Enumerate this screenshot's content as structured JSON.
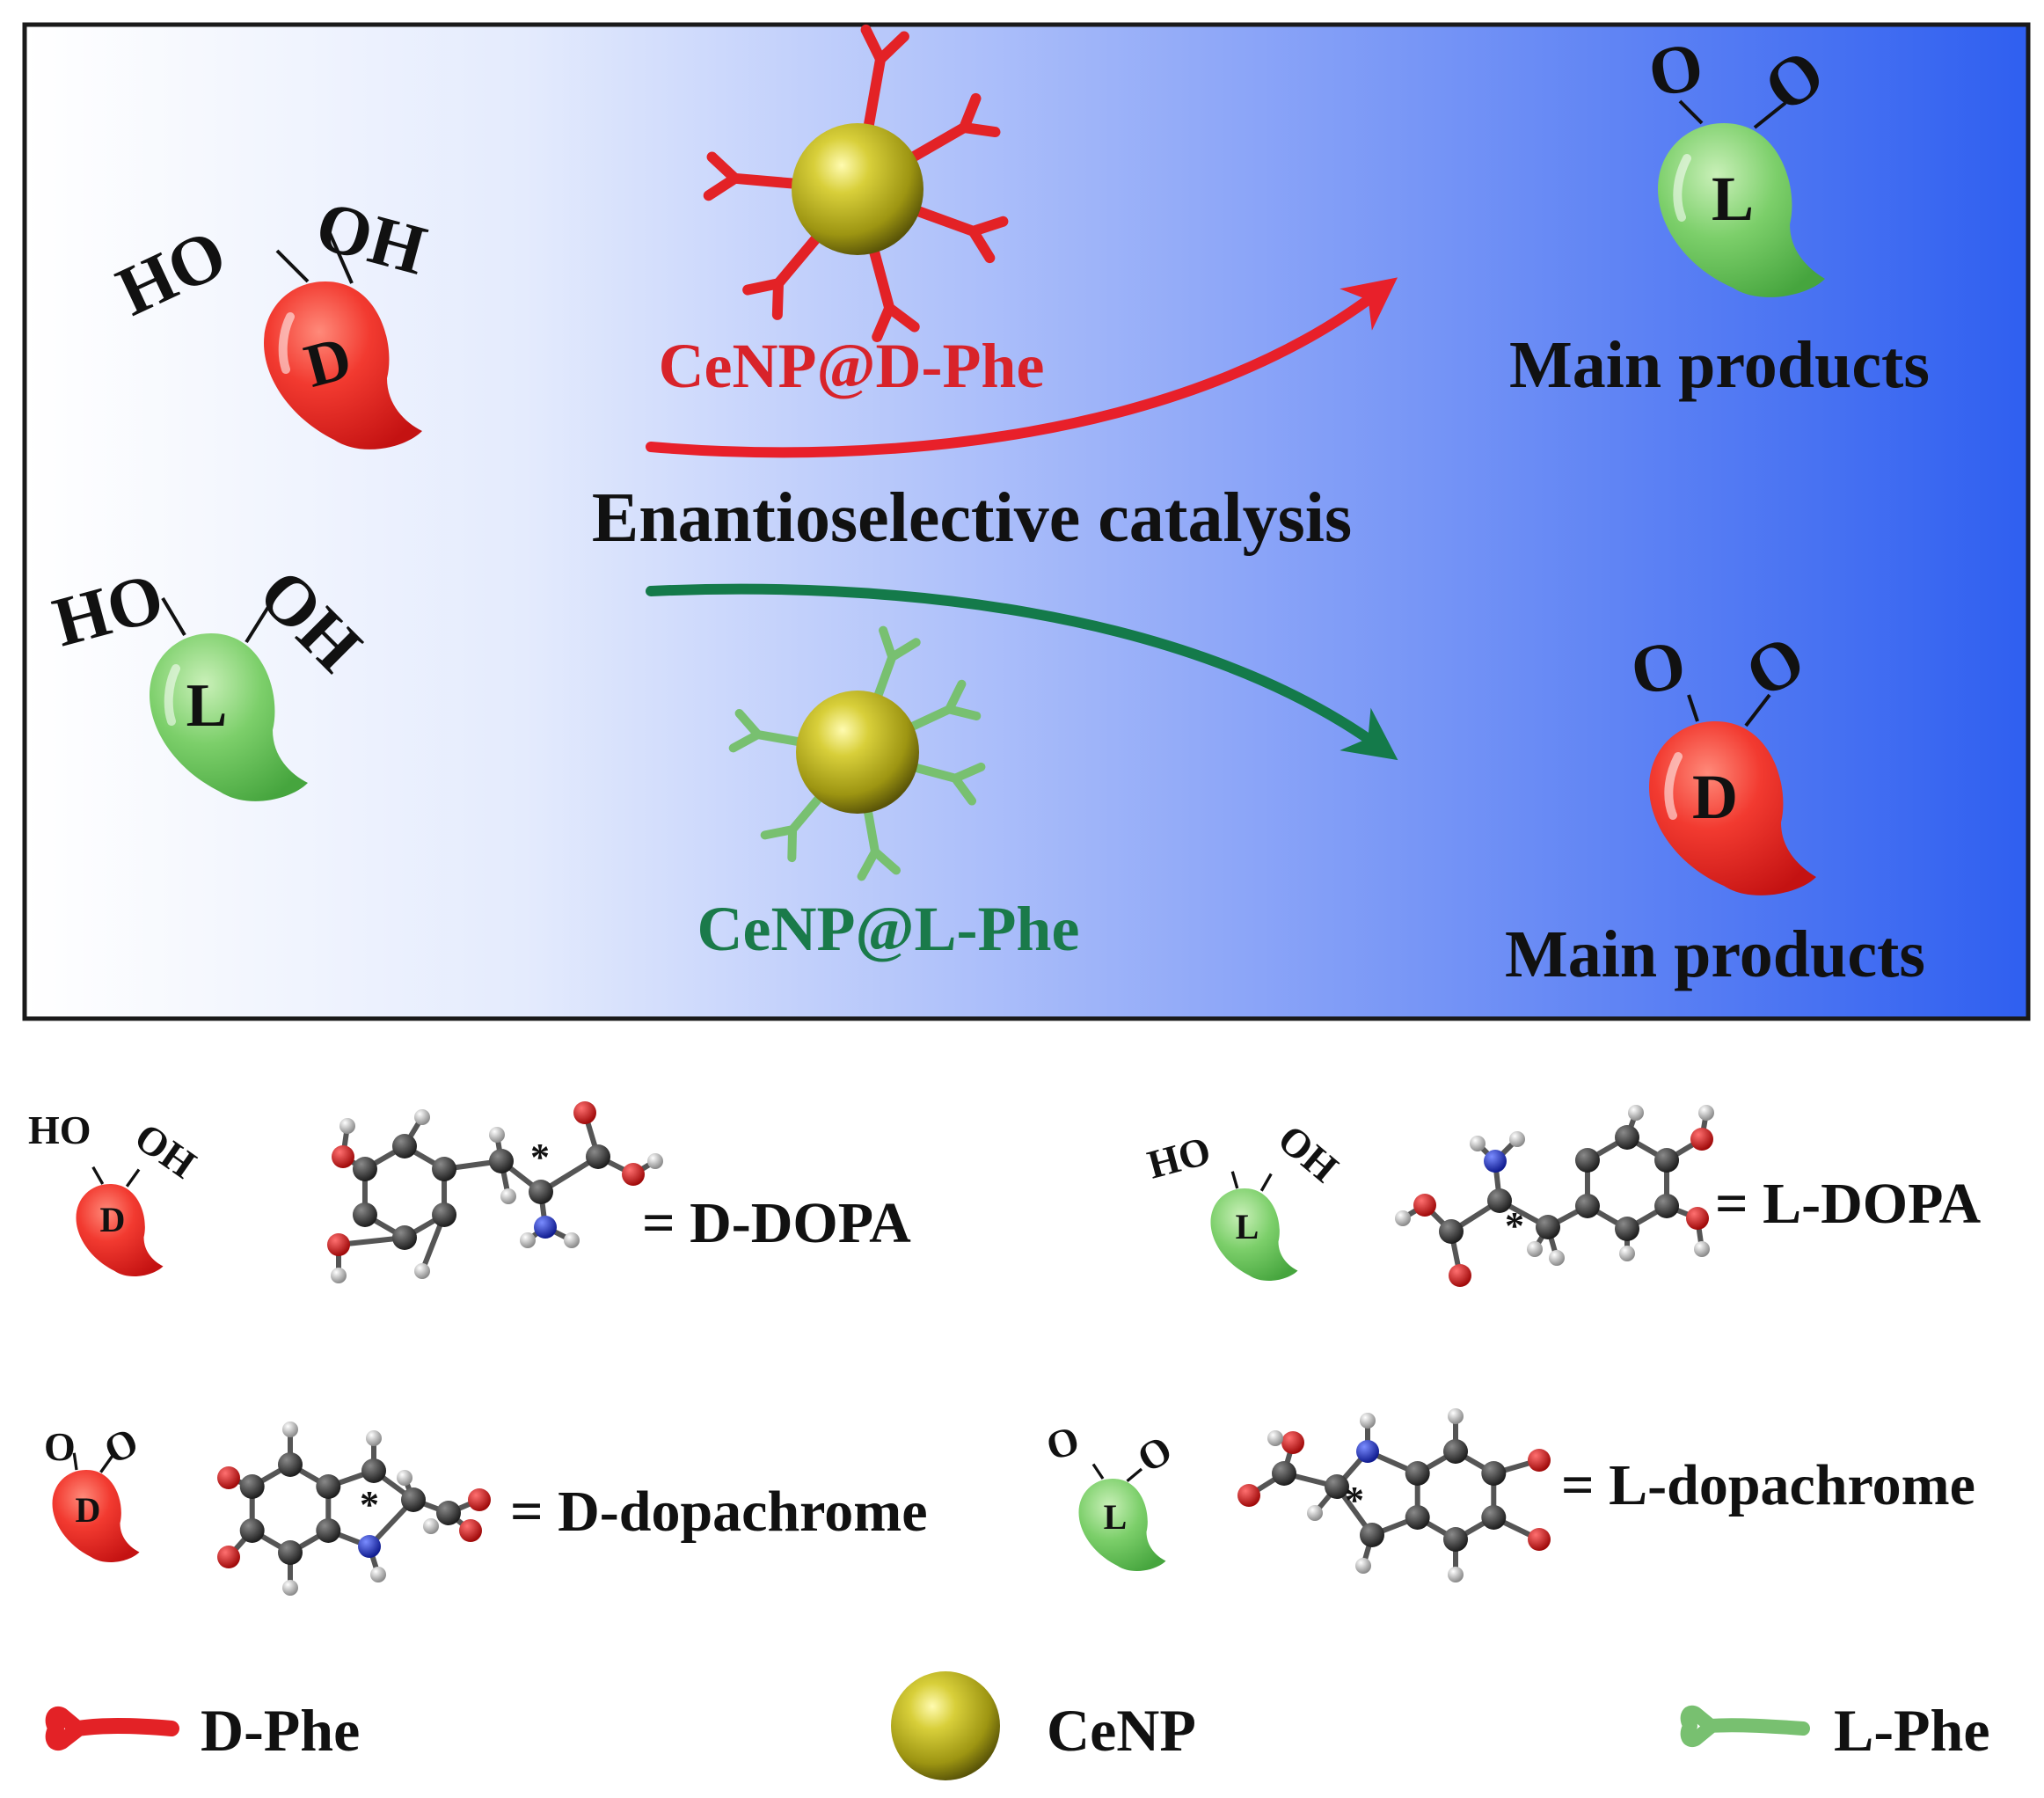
{
  "colors": {
    "d_red": "#ee2b2b",
    "l_green": "#72c665",
    "arrow_red": "#e8202a",
    "arrow_green": "#147a4a",
    "d_phe_label": "#d8232a",
    "l_phe_label": "#1a7a4a",
    "panel_gradient_start": "#ffffff",
    "panel_gradient_end": "#2f5ff0",
    "cenp_gold": "#b6ad18",
    "oxygen": "#c8141a",
    "nitrogen": "#1a2fb5",
    "carbon": "#333333",
    "hydrogen": "#a0a0a0"
  },
  "top_panel": {
    "d_substrate": {
      "letter": "D",
      "ho": "HO",
      "oh": "OH"
    },
    "l_substrate": {
      "letter": "L",
      "ho": "HO",
      "oh": "OH"
    },
    "catalyst_d_label": "CeNP@D-Phe",
    "catalyst_l_label": "CeNP@L-Phe",
    "center_label": "Enantioselective catalysis",
    "product_top": {
      "letter": "L",
      "o1": "O",
      "o2": "O",
      "label": "Main products"
    },
    "product_bottom": {
      "letter": "D",
      "o1": "O",
      "o2": "O",
      "label": "Main products"
    }
  },
  "legend": {
    "d_dopa": {
      "icon_letter": "D",
      "ho": "HO",
      "oh": "OH",
      "star": "*",
      "label": "= D-DOPA"
    },
    "l_dopa": {
      "icon_letter": "L",
      "ho": "HO",
      "oh": "OH",
      "star": "*",
      "label": "= L-DOPA"
    },
    "d_dopachrome": {
      "icon_letter": "D",
      "o1": "O",
      "o2": "O",
      "star": "*",
      "label": "= D-dopachrome"
    },
    "l_dopachrome": {
      "icon_letter": "L",
      "o1": "O",
      "o2": "O",
      "star": "*",
      "label": "= L-dopachrome"
    },
    "d_phe": "D-Phe",
    "cenp": "CeNP",
    "l_phe": "L-Phe"
  }
}
